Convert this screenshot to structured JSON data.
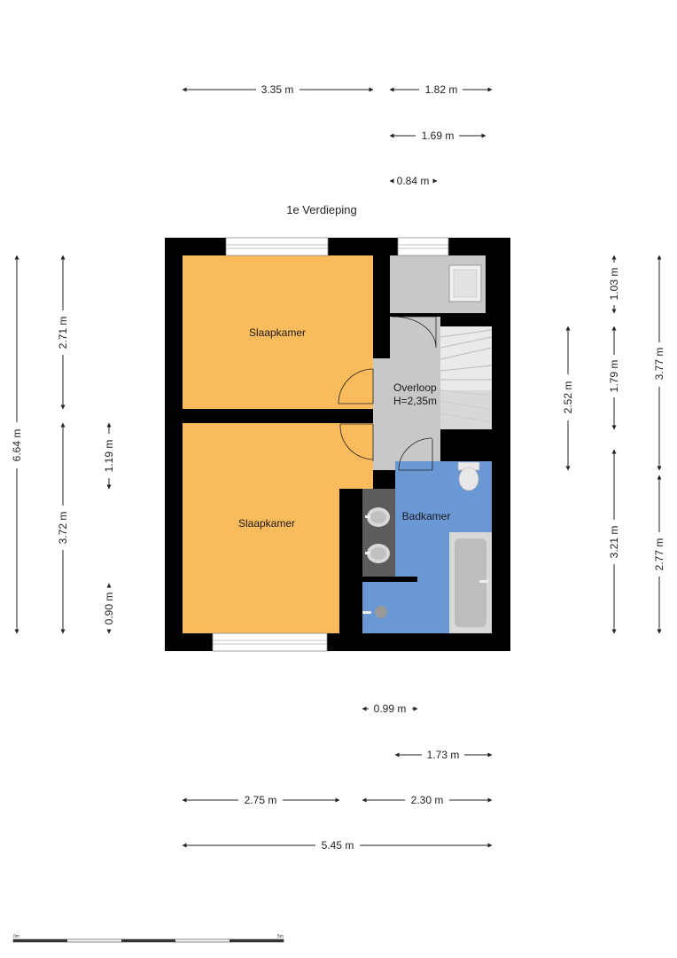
{
  "floor_title": "1e Verdieping",
  "rooms": {
    "bedroom_top": "Slaapkamer",
    "bedroom_bottom": "Slaapkamer",
    "landing": "Overloop",
    "landing_height": "H=2,35m",
    "bathroom": "Badkamer"
  },
  "colors": {
    "bedroom": "#f9bb5c",
    "landing": "#c8c8c8",
    "bathroom": "#6a98d5",
    "wall": "#000000"
  },
  "dimensions": {
    "top_335": "3.35 m",
    "top_182": "1.82 m",
    "top_169": "1.69 m",
    "top_084": "0.84 m",
    "left_664": "6.64 m",
    "left_271": "2.71 m",
    "left_372": "3.72 m",
    "left_119": "1.19 m",
    "left_090": "0.90 m",
    "right_252": "2.52 m",
    "right_103": "1.03 m",
    "right_179": "1.79 m",
    "right_377": "3.77 m",
    "right_321": "3.21 m",
    "right_277": "2.77 m",
    "bottom_099": "0.99 m",
    "bottom_173": "1.73 m",
    "bottom_275": "2.75 m",
    "bottom_230": "2.30 m",
    "bottom_545": "5.45 m"
  },
  "scale": {
    "start": "0m",
    "end": "5m"
  }
}
